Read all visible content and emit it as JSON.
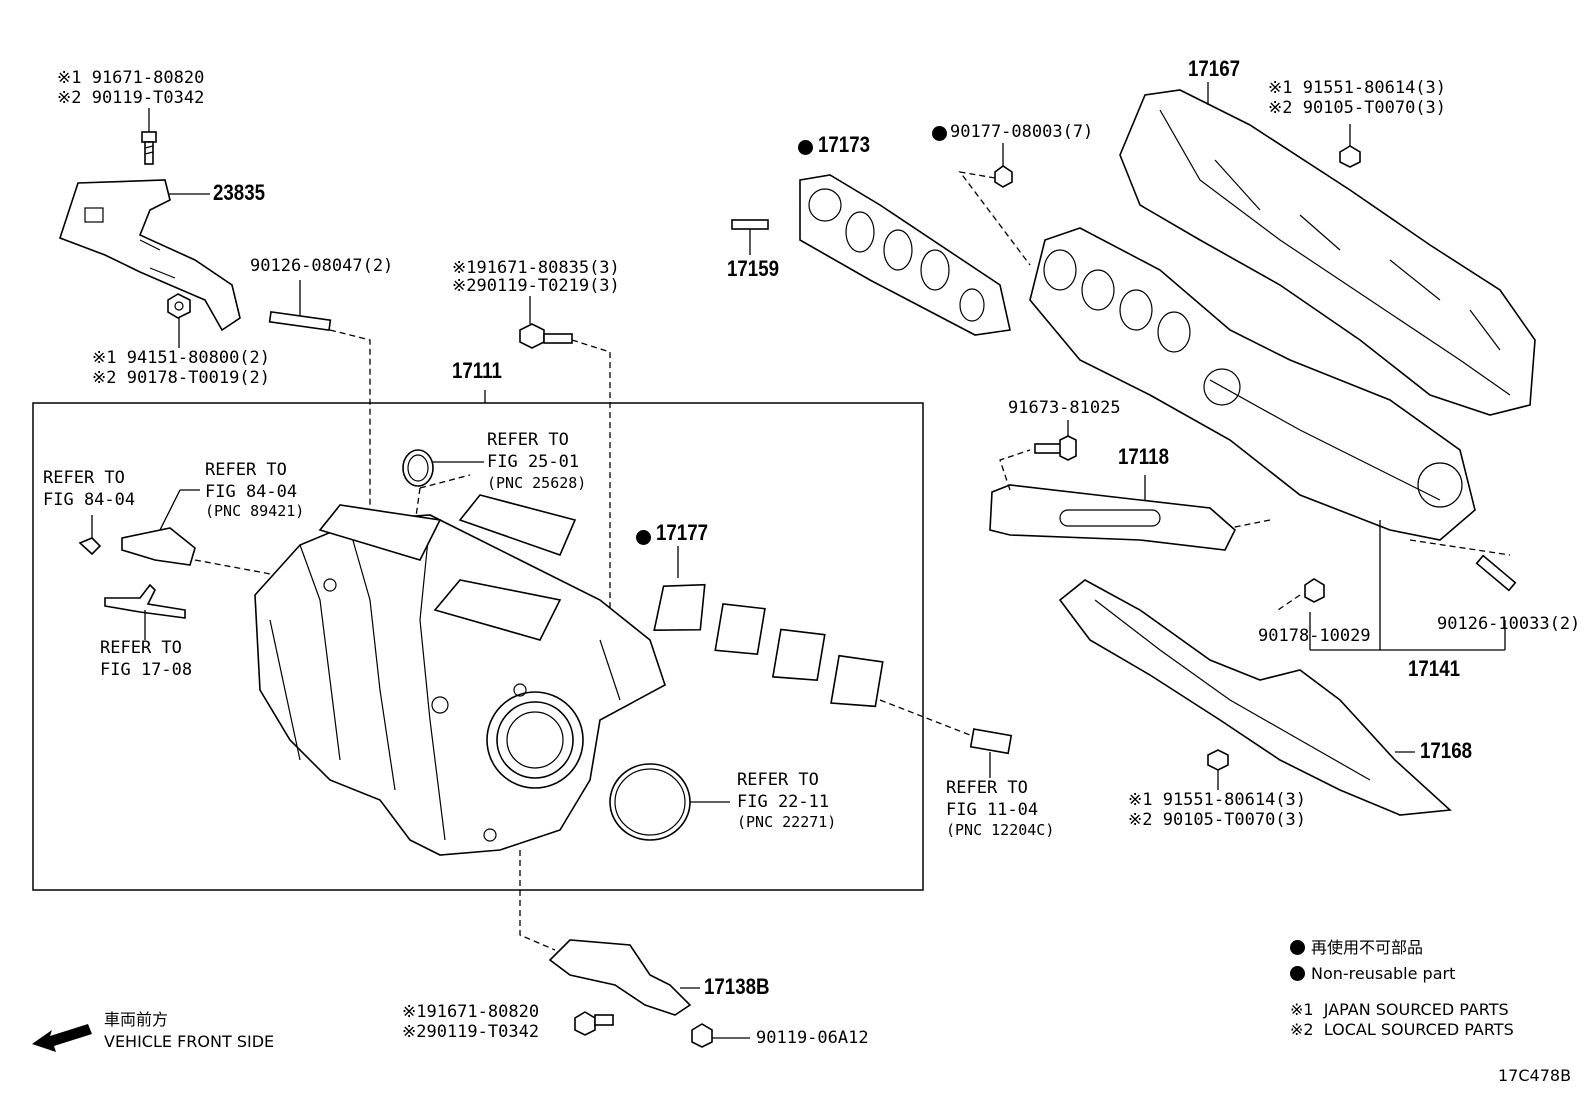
{
  "labels": {
    "l_23835_top1": "※1 91671-80820",
    "l_23835_top2": "※2 90119-T0342",
    "l_23835": "23835",
    "l_94151_1": "※1 94151-80800(2)",
    "l_94151_2": "※2 90178-T0019(2)",
    "l_90126_08047": "90126-08047(2)",
    "l_91671_80835": "※191671-80835(3)",
    "l_90119_T0219": "※290119-T0219(3)",
    "l_17111": "17111",
    "l_refer_25_1": "REFER TO",
    "l_refer_25_2": "FIG 25-01",
    "l_refer_25_3": "(PNC 25628)",
    "l_refer_84a_1": "REFER TO",
    "l_refer_84a_2": "FIG 84-04",
    "l_refer_84b_1": "REFER TO",
    "l_refer_84b_2": "FIG 84-04",
    "l_refer_84b_3": "(PNC 89421)",
    "l_refer_17_1": "REFER TO",
    "l_refer_17_2": "FIG 17-08",
    "l_17177": "17177",
    "l_refer_22_1": "REFER TO",
    "l_refer_22_2": "FIG 22-11",
    "l_refer_22_3": "(PNC 22271)",
    "l_refer_11_1": "REFER TO",
    "l_refer_11_2": "FIG 11-04",
    "l_refer_11_3": "(PNC 12204C)",
    "l_17173": "17173",
    "l_17159": "17159",
    "l_90177": "90177-08003(7)",
    "l_17167": "17167",
    "l_91551_top1": "※1 91551-80614(3)",
    "l_91551_top2": "※2 90105-T0070(3)",
    "l_91673": "91673-81025",
    "l_17118": "17118",
    "l_90178_10029": "90178-10029",
    "l_90126_10033": "90126-10033(2)",
    "l_17141": "17141",
    "l_17168": "17168",
    "l_91551_bot1": "※1 91551-80614(3)",
    "l_91551_bot2": "※2 90105-T0070(3)",
    "l_17138B": "17138B",
    "l_91671_80820b": "※191671-80820",
    "l_90119_T0342b": "※290119-T0342",
    "l_90119_06A12": "90119-06A12",
    "l_front_jp": "車両前方",
    "l_front_en": "VEHICLE FRONT SIDE",
    "l_nonreuse_jp": "再使用不可部品",
    "l_nonreuse_en": "Non-reusable part",
    "l_japan": "※1  JAPAN SOURCED PARTS",
    "l_local": "※2  LOCAL SOURCED PARTS",
    "l_code": "17C478B"
  },
  "icons": {
    "non_reusable_marker": "filled-circle",
    "direction_arrow": "left-arrow"
  }
}
